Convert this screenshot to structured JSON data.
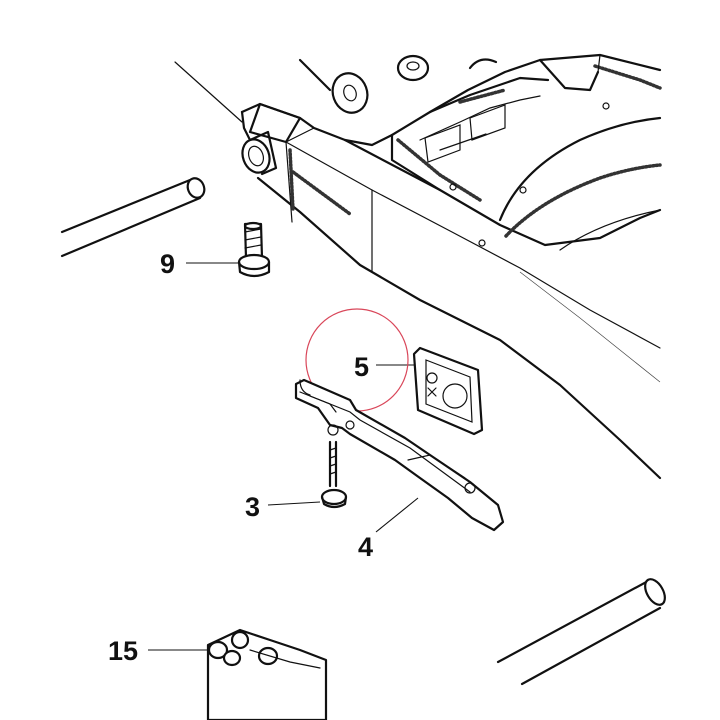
{
  "callouts": {
    "c9": "9",
    "c5": "5",
    "c3": "3",
    "c4": "4",
    "c15": "15"
  },
  "highlight_color": "#d9475a",
  "line_color": "#111111"
}
